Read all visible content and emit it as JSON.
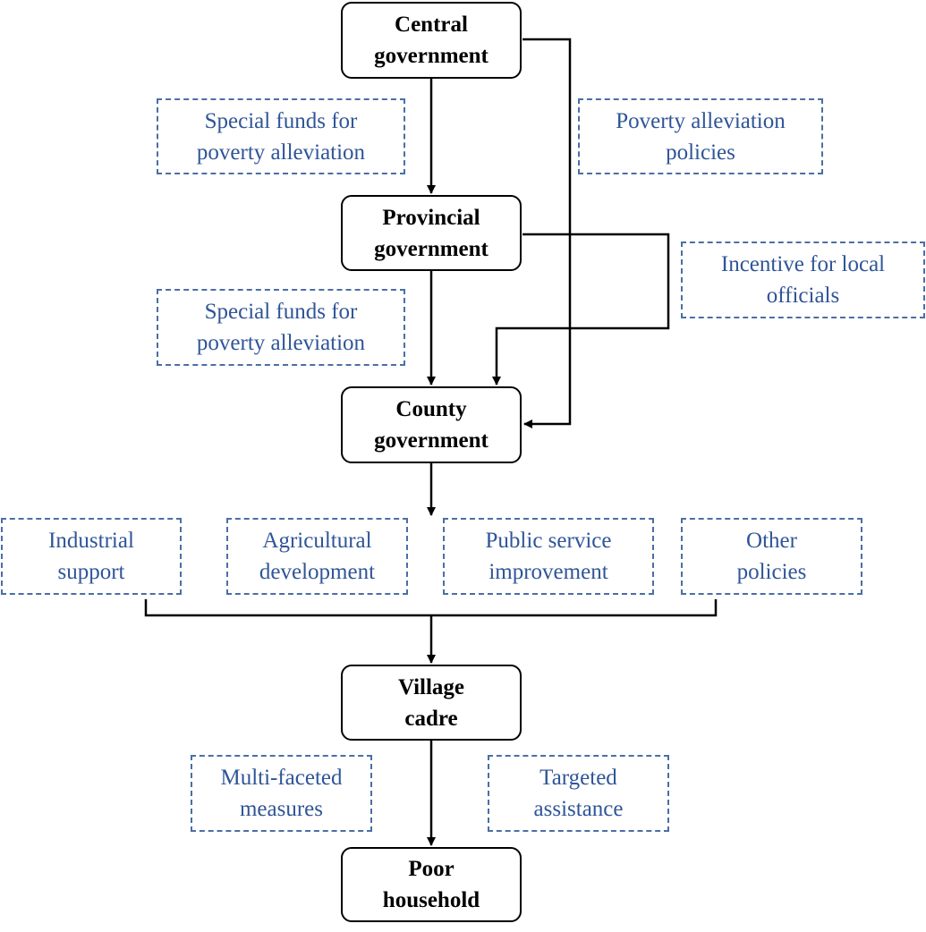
{
  "nodes": {
    "central": {
      "line1": "Central",
      "line2": "government"
    },
    "provincial": {
      "line1": "Provincial",
      "line2": "government"
    },
    "county": {
      "line1": "County",
      "line2": "government"
    },
    "village": {
      "line1": "Village",
      "line2": "cadre"
    },
    "household": {
      "line1": "Poor",
      "line2": "household"
    }
  },
  "labels": {
    "funds_central": {
      "line1": "Special funds for",
      "line2": "poverty alleviation"
    },
    "alleviation_policies": {
      "line1": "Poverty alleviation",
      "line2": "policies"
    },
    "funds_provincial": {
      "line1": "Special funds for",
      "line2": "poverty alleviation"
    },
    "incentive": {
      "line1": "Incentive for local",
      "line2": "officials"
    },
    "industrial": {
      "line1": "Industrial",
      "line2": "support"
    },
    "agricultural": {
      "line1": "Agricultural",
      "line2": "development"
    },
    "public_service": {
      "line1": "Public service",
      "line2": "improvement"
    },
    "other_policies": {
      "line1": "Other",
      "line2": "policies"
    },
    "multi_faceted": {
      "line1": "Multi-faceted",
      "line2": "measures"
    },
    "targeted": {
      "line1": "Targeted",
      "line2": "assistance"
    }
  },
  "colors": {
    "node_border": "#000000",
    "label_border": "#4a6fa5",
    "label_text": "#2f5597"
  }
}
